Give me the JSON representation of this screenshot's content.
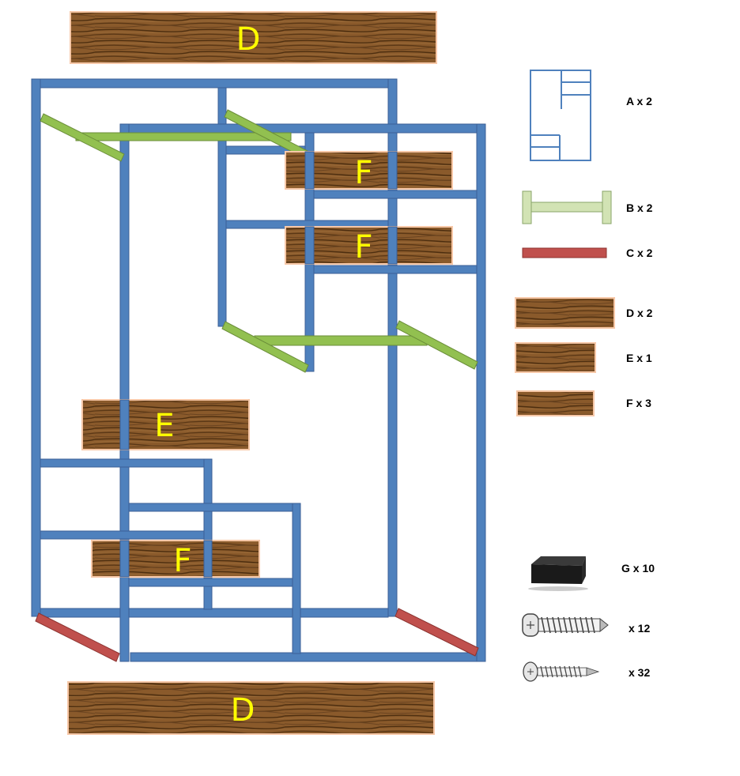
{
  "colors": {
    "frame": "#4f81bd",
    "frame_edge": "#3b5f96",
    "brace": "#92c050",
    "strap": "#c0504d",
    "wood": "#8a5a2b",
    "wood_dark": "#5a3715",
    "wood_border": "#f7c8a8",
    "letter": "#ffff00",
    "part_b": "#d2e3b4"
  },
  "planks": {
    "top_d": "D",
    "upper_f": "F",
    "middle_f": "F",
    "left_e": "E",
    "lower_f": "F",
    "bottom_d": "D"
  },
  "legend": {
    "a": "A x 2",
    "b": "B x 2",
    "c": "C x 2",
    "d": "D x 2",
    "e": "E x 1",
    "f": "F x 3",
    "g": "G x 10",
    "screw_large": "x 12",
    "screw_small": "x 32"
  },
  "icons": {
    "part_a": "frame-panel-icon",
    "part_b": "crossbar-icon",
    "part_c": "strap-icon",
    "part_g": "rubber-foot-icon",
    "screw_large": "large-screw-icon",
    "screw_small": "small-screw-icon"
  }
}
